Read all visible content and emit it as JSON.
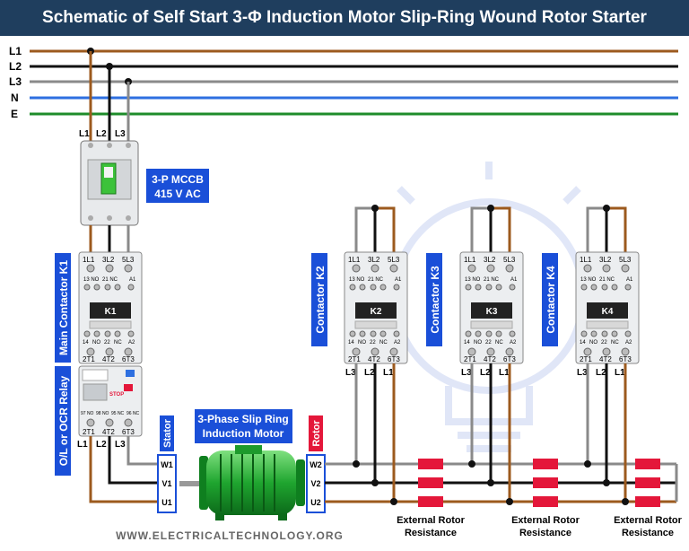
{
  "title": "Schematic of Self Start 3-Φ Induction Motor Slip-Ring Wound Rotor Starter",
  "lines": {
    "L1": "L1",
    "L2": "L2",
    "L3": "L3",
    "N": "N",
    "E": "E"
  },
  "colors": {
    "l1": "#9c5a1e",
    "l2": "#111111",
    "l3": "#8a8a8a",
    "n": "#2e6fe0",
    "e": "#1e8c2a",
    "label_bg": "#1a4fd8",
    "resistor": "#e4173a",
    "header_bg": "#1f3e5e"
  },
  "mccb": {
    "label_line1": "3-P MCCB",
    "label_line2": "415 V AC",
    "terms_top": [
      "L1",
      "L2",
      "L3"
    ]
  },
  "k1": {
    "side_label": "Main Contactor K1",
    "name": "K1",
    "top": [
      "1L1",
      "3L2",
      "5L3"
    ],
    "aux_top": [
      "13 NO",
      "21 NC",
      "A1"
    ],
    "aux_bot": [
      "14",
      "NO",
      "22",
      "NC",
      "A2"
    ],
    "bottom": [
      "2T1",
      "4T2",
      "6T3"
    ]
  },
  "k2": {
    "side_label": "Contactor K2",
    "name": "K2"
  },
  "k3": {
    "side_label": "Contactor K3",
    "name": "K3"
  },
  "k4": {
    "side_label": "Contactor K4",
    "name": "K4"
  },
  "olr": {
    "side_label": "O/L or OCR Relay",
    "stop": "STOP",
    "terms": [
      "97 NO",
      "98 NO",
      "95 NC",
      "96 NC"
    ],
    "bottom": [
      "2T1",
      "4T2",
      "6T3"
    ],
    "out": [
      "L1",
      "L2",
      "L3"
    ]
  },
  "contactor_out": [
    "L3",
    "L2",
    "L1"
  ],
  "stator": {
    "label": "Stator",
    "terms": [
      "W1",
      "V1",
      "U1"
    ]
  },
  "rotor": {
    "label": "Rotor",
    "terms": [
      "W2",
      "V2",
      "U2"
    ]
  },
  "motor": {
    "line1": "3-Phase Slip Ring",
    "line2": "Induction Motor"
  },
  "resistance": {
    "line1": "External Rotor",
    "line2": "Resistance"
  },
  "watermark": "WWW.ELECTRICALTECHNOLOGY.ORG"
}
